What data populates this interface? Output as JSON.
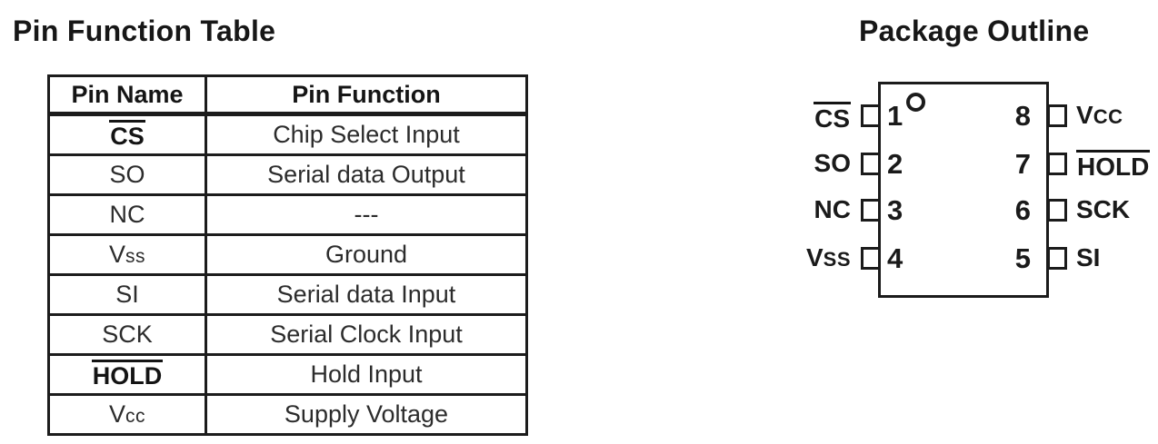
{
  "page": {
    "background_color": "#ffffff",
    "ink_color": "#1b1b1b"
  },
  "left_section": {
    "title": "Pin Function Table",
    "table": {
      "headers": [
        "Pin Name",
        "Pin Function"
      ],
      "rows": [
        {
          "name": {
            "base": "CS",
            "small": ""
          },
          "overline": true,
          "emphasis": "bold",
          "function": "Chip Select Input"
        },
        {
          "name": {
            "base": "SO",
            "small": ""
          },
          "overline": false,
          "emphasis": "regular",
          "function": "Serial data Output"
        },
        {
          "name": {
            "base": "NC",
            "small": ""
          },
          "overline": false,
          "emphasis": "regular",
          "function": "---"
        },
        {
          "name": {
            "base": "V",
            "small": "ss"
          },
          "overline": false,
          "emphasis": "regular",
          "function": "Ground"
        },
        {
          "name": {
            "base": "SI",
            "small": ""
          },
          "overline": false,
          "emphasis": "regular",
          "function": "Serial data Input"
        },
        {
          "name": {
            "base": "SCK",
            "small": ""
          },
          "overline": false,
          "emphasis": "regular",
          "function": "Serial Clock Input"
        },
        {
          "name": {
            "base": "HOLD",
            "small": ""
          },
          "overline": true,
          "emphasis": "bold",
          "function": "Hold Input"
        },
        {
          "name": {
            "base": "V",
            "small": "cc"
          },
          "overline": false,
          "emphasis": "regular",
          "function": "Supply Voltage"
        }
      ]
    }
  },
  "right_section": {
    "title": "Package Outline",
    "package": {
      "pin1_indicator_icon": "circle",
      "pins_left": [
        {
          "number": "1",
          "label": {
            "base": "CS",
            "small": ""
          },
          "overline": true
        },
        {
          "number": "2",
          "label": {
            "base": "SO",
            "small": ""
          },
          "overline": false
        },
        {
          "number": "3",
          "label": {
            "base": "NC",
            "small": ""
          },
          "overline": false
        },
        {
          "number": "4",
          "label": {
            "base": "V",
            "small": "SS"
          },
          "overline": false
        }
      ],
      "pins_right": [
        {
          "number": "8",
          "label": {
            "base": "V",
            "small": "CC"
          },
          "overline": false
        },
        {
          "number": "7",
          "label": {
            "base": "HOLD",
            "small": ""
          },
          "overline": true
        },
        {
          "number": "6",
          "label": {
            "base": "SCK",
            "small": ""
          },
          "overline": false
        },
        {
          "number": "5",
          "label": {
            "base": "SI",
            "small": ""
          },
          "overline": false
        }
      ]
    }
  }
}
